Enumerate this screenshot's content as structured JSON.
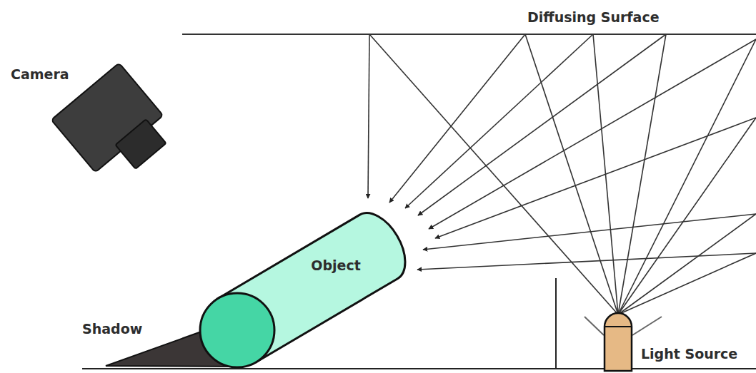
{
  "diagram": {
    "nodes": [
      {
        "text": [
          "Object"
        ]
      }
    ],
    "labels": [
      "Diffusing Surface",
      "Camera",
      "Shadow",
      "Light Source"
    ]
  }
}
